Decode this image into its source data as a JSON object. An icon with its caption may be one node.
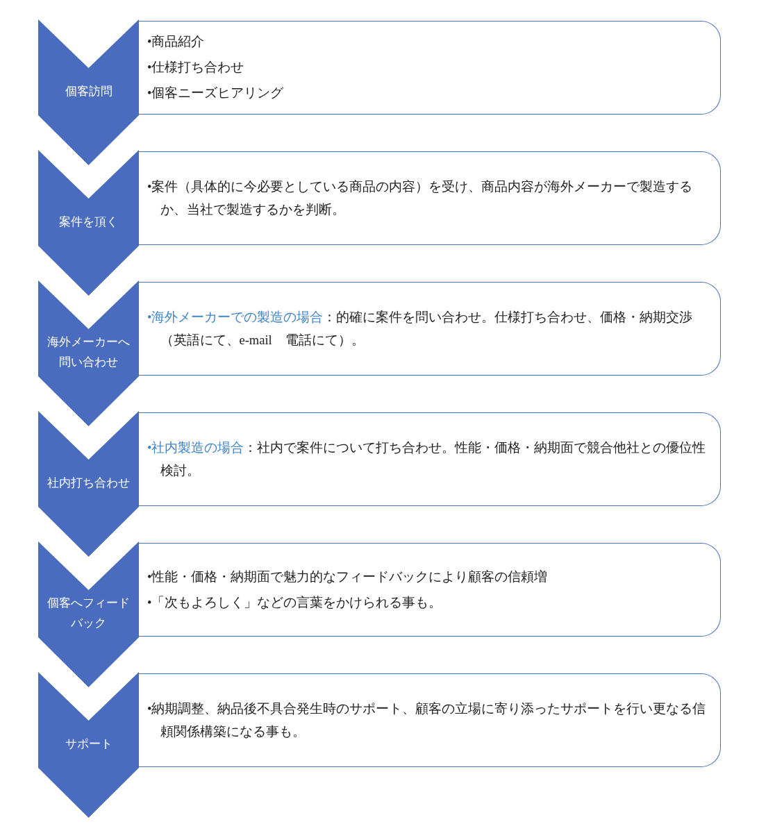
{
  "diagram": {
    "nodes": [
      {
        "text": [
          "個客訪問"
        ]
      },
      {
        "text": [
          "•商品紹介",
          "•仕様打ち合わせ",
          "•個客ニーズヒアリング"
        ]
      },
      {
        "text": [
          "案件を頂く"
        ]
      },
      {
        "text": [
          "•案件（具体的に今必要としている商品の内容）を受け、商品内容が海外メーカーで製造するか、当社で製造するかを判断。"
        ]
      },
      {
        "text": [
          "海外メーカーへ問い合わせ"
        ]
      },
      {
        "text": [
          "**•海外メーカーでの製造の場合**：的確に案件を問い合わせ。仕様打ち合わせ、価格・納期交渉（英語にて、e-mail　電話にて）。"
        ]
      },
      {
        "text": [
          "社内打ち合わせ"
        ]
      },
      {
        "text": [
          "**•社内製造の場合**：社内で案件について打ち合わせ。性能・価格・納期面で競合他社との優位性検討。"
        ]
      },
      {
        "text": [
          "個客へフィードバック"
        ]
      },
      {
        "text": [
          "•性能・価格・納期面で魅力的なフィードバックにより顧客の信頼増",
          "•「次もよろしく」などの言葉をかけられる事も。"
        ]
      },
      {
        "text": [
          "サポート"
        ]
      },
      {
        "text": [
          "•納期調整、納品後不具合発生時のサポート、顧客の立場に寄り添ったサポートを行い更なる信頼関係構築になる事も。"
        ]
      }
    ]
  }
}
